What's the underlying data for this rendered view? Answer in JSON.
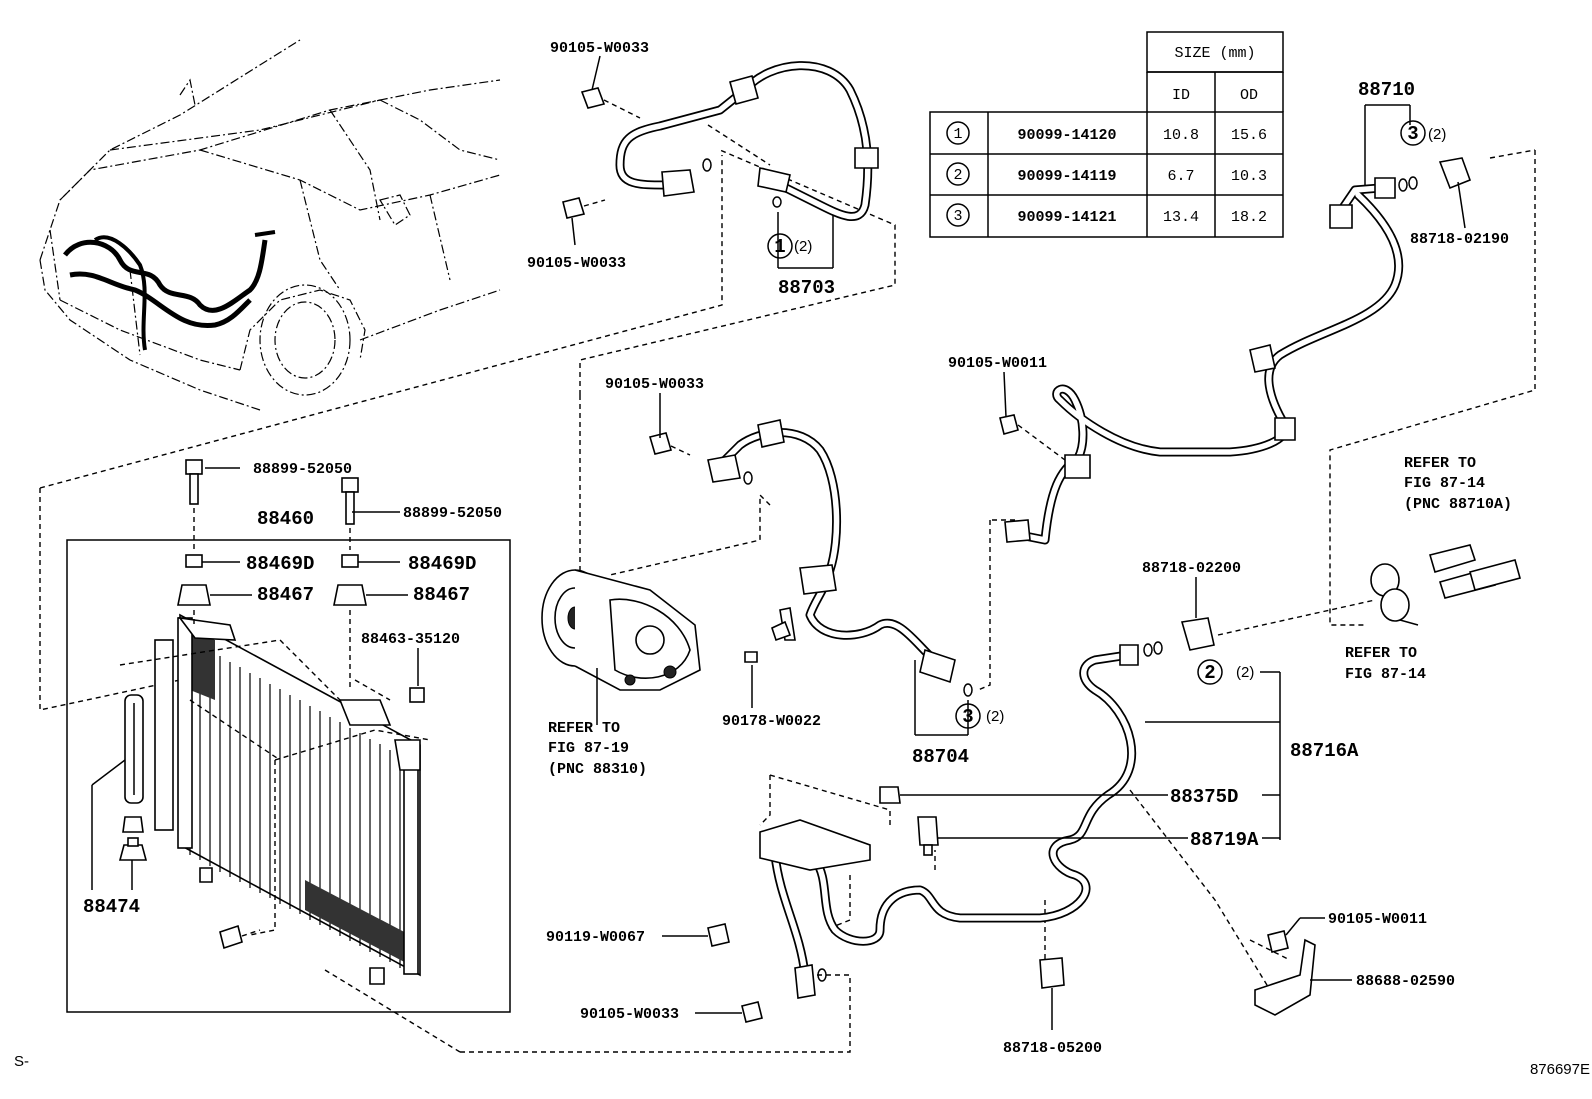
{
  "table": {
    "size_header": "SIZE (mm)",
    "col_id": "ID",
    "col_od": "OD",
    "rows": [
      {
        "num": "1",
        "part": "90099-14120",
        "id": "10.8",
        "od": "15.6"
      },
      {
        "num": "2",
        "part": "90099-14119",
        "id": "6.7",
        "od": "10.3"
      },
      {
        "num": "3",
        "part": "90099-14121",
        "id": "13.4",
        "od": "18.2"
      }
    ]
  },
  "callouts": {
    "c1": "90105-W0033",
    "c2": "90105-W0033",
    "c3": "88703",
    "c4": "(2)",
    "c5": "88710",
    "c6": "(2)",
    "c7": "88718-02190",
    "c8": "90105-W0033",
    "c9": "90105-W0011",
    "c10": "88899-52050",
    "c11": "88899-52050",
    "c12": "88460",
    "c13": "88469D",
    "c14": "88469D",
    "c15": "88467",
    "c16": "88467",
    "c17": "88463-35120",
    "c18": "88474",
    "c19": "REFER TO",
    "c20": "FIG 87-19",
    "c21": "(PNC 88310)",
    "c22": "90178-W0022",
    "c23": "88704",
    "c24": "(2)",
    "c25": "88718-02200",
    "c26": "(2)",
    "c27": "REFER TO",
    "c28": "FIG 87-14",
    "c29": "(PNC 88710A)",
    "c30": "REFER TO",
    "c31": "FIG 87-14",
    "c32": "88716A",
    "c33": "88375D",
    "c34": "88719A",
    "c35": "90119-W0067",
    "c36": "90105-W0033",
    "c37": "90105-W0011",
    "c38": "88688-02590",
    "c39": "88718-05200",
    "circ1": "1",
    "circ2": "2",
    "circ3a": "3",
    "circ3b": "3"
  },
  "footer": {
    "left": "S-",
    "right": "876697E"
  }
}
